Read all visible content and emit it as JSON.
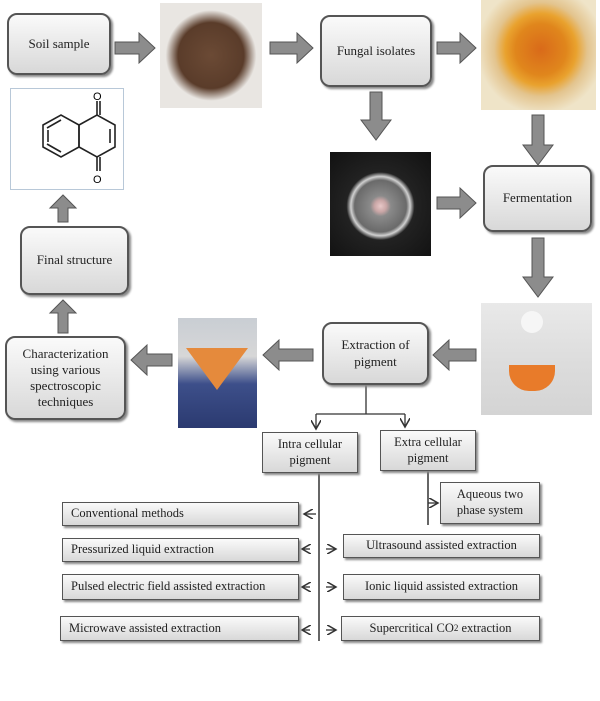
{
  "nodes": {
    "soil_sample": "Soil sample",
    "fungal_isolates": "Fungal isolates",
    "fermentation": "Fermentation",
    "extraction": "Extraction of pigment",
    "characterization": "Characterization using various spectroscopic techniques",
    "final_structure": "Final structure",
    "intra": "Intra cellular pigment",
    "extra": "Extra cellular pigment",
    "aqueous": "Aqueous two phase system"
  },
  "intra_methods": [
    "Conventional methods",
    "Pressurized liquid extraction",
    "Pulsed electric field assisted extraction",
    "Microwave assisted extraction"
  ],
  "extra_methods": [
    "Ultrasound assisted extraction",
    "Ionic liquid assisted extraction"
  ],
  "supercritical": {
    "pre": "Supercritical ",
    "co": "CO",
    "sub": "2",
    "post": " extraction"
  },
  "colors": {
    "arrow": "#8a8a8a",
    "box_border": "#555555"
  }
}
